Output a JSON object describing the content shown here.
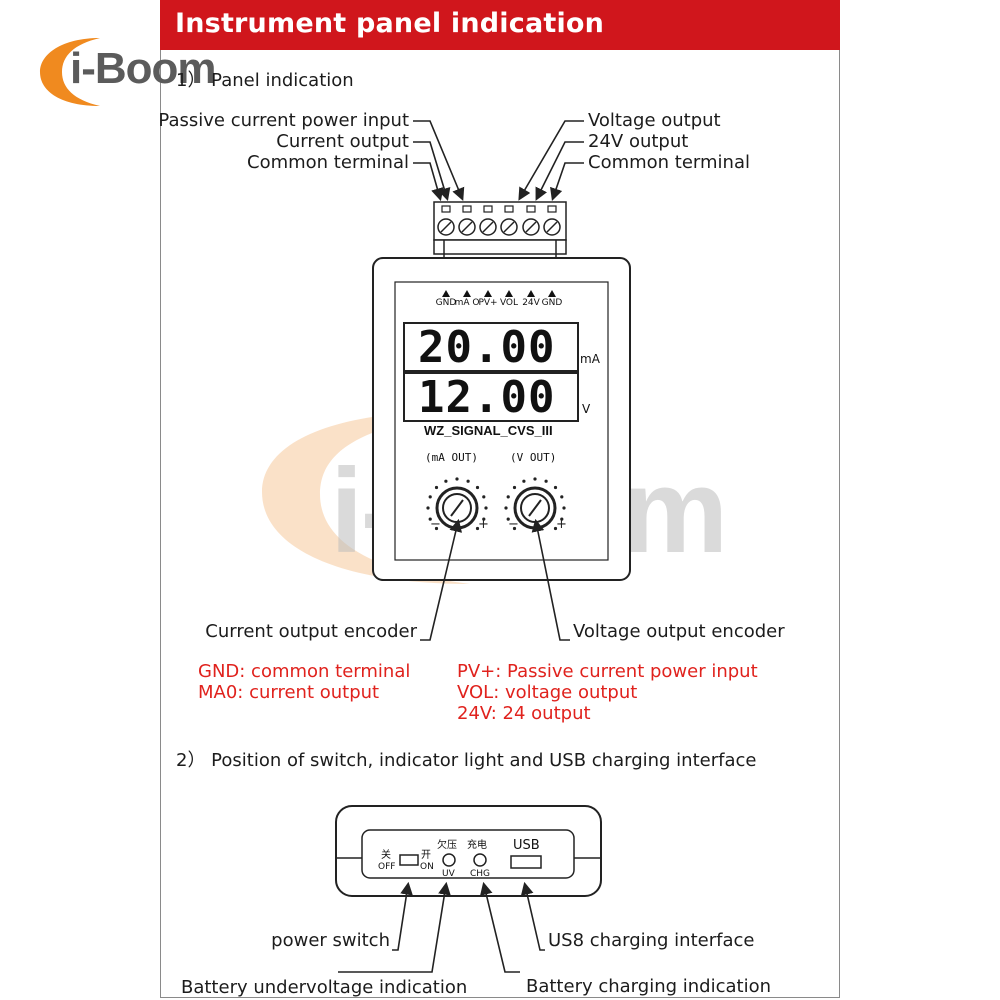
{
  "header": {
    "title": "Instrument panel indication"
  },
  "brand": {
    "logo_text": "i-Boom",
    "watermark_text": "i-Boom"
  },
  "section1": {
    "title": "1） Panel indication"
  },
  "terminals": {
    "left": [
      "Passive current power input",
      "Current output",
      "Common terminal"
    ],
    "right": [
      "Voltage output",
      "24V output",
      "Common terminal"
    ]
  },
  "device": {
    "port_labels": [
      "GND",
      "mA O",
      "PV+",
      "VOL",
      "24V",
      "GND"
    ],
    "display_current": "20.00",
    "display_current_unit": "mA",
    "display_voltage": "12.00",
    "display_voltage_unit": "V",
    "model": "WZ_SIGNAL_CVS_III",
    "knob_left_label": "(mA OUT)",
    "knob_right_label": "(V OUT)"
  },
  "encoders": {
    "left": "Current output encoder",
    "right": "Voltage output encoder"
  },
  "legend": {
    "gnd": "GND: common terminal",
    "ma0": "MA0: current output",
    "pv": "PV+: Passive current power input",
    "vol": "VOL: voltage output",
    "v24": "24V: 24 output"
  },
  "section2": {
    "title": "2） Position of switch, indicator light and USB charging interface"
  },
  "bottom_device": {
    "switch_off_cn": "关",
    "switch_off": "OFF",
    "switch_on_cn": "开",
    "switch_on": "ON",
    "uv_cn": "欠压",
    "uv": "UV",
    "chg_cn": "充电",
    "chg": "CHG",
    "usb": "USB"
  },
  "bottom_labels": {
    "power_switch": "power switch",
    "usb_interface": "US8 charging interface",
    "uv_indication": "Battery undervoltage indication",
    "chg_indication": "Battery charging indication"
  },
  "colors": {
    "banner": "#d0161c",
    "accent_red": "#e0221d",
    "logo_orange": "#f08a1f"
  }
}
